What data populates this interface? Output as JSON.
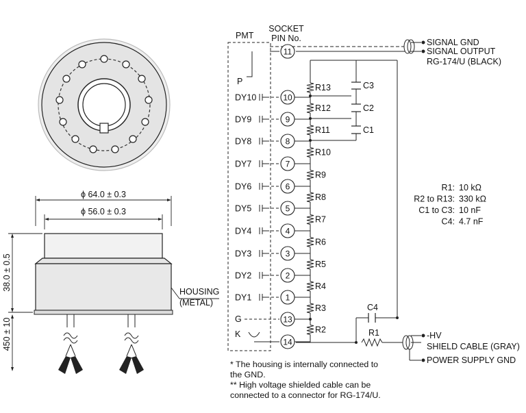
{
  "dims": {
    "outer_dia": "ϕ 64.0 ± 0.3",
    "inner_dia": "ϕ 56.0 ± 0.3",
    "height": "38.0 ± 0.5",
    "cable_len": "450 ± 10"
  },
  "housing": {
    "line1": "HOUSING",
    "line2": "(METAL)"
  },
  "pmt": "PMT",
  "socket": {
    "line1": "SOCKET",
    "line2": "PIN No."
  },
  "left_labels": {
    "p": "P",
    "dy": [
      "DY10",
      "DY9",
      "DY8",
      "DY7",
      "DY6",
      "DY5",
      "DY4",
      "DY3",
      "DY2",
      "DY1"
    ],
    "g": "G",
    "k": "K"
  },
  "pins": [
    "11",
    "10",
    "9",
    "8",
    "7",
    "6",
    "5",
    "4",
    "3",
    "2",
    "1",
    "13",
    "14"
  ],
  "resistors": [
    "R13",
    "R12",
    "R11",
    "R10",
    "R9",
    "R8",
    "R7",
    "R6",
    "R5",
    "R4",
    "R3",
    "R2"
  ],
  "caps": [
    "C3",
    "C2",
    "C1"
  ],
  "c4": "C4",
  "r1": "R1",
  "right_labels": {
    "signal_gnd": "SIGNAL GND",
    "signal_out": "SIGNAL OUTPUT",
    "rg": "RG-174/U (BLACK)",
    "hv": "-HV",
    "shield": "SHIELD CABLE (GRAY)",
    "psg": "POWER SUPPLY GND"
  },
  "values": [
    {
      "k": "R1:",
      "v": "10 kΩ"
    },
    {
      "k": "R2 to R13:",
      "v": "330 kΩ"
    },
    {
      "k": "C1 to C3:",
      "v": "10 nF"
    },
    {
      "k": "C4:",
      "v": "4.7 nF"
    }
  ],
  "notes": [
    "*  The housing is internally connected to",
    "    the GND.",
    "** High voltage shielded cable can be",
    "    connected to a connector for RG-174/U."
  ]
}
